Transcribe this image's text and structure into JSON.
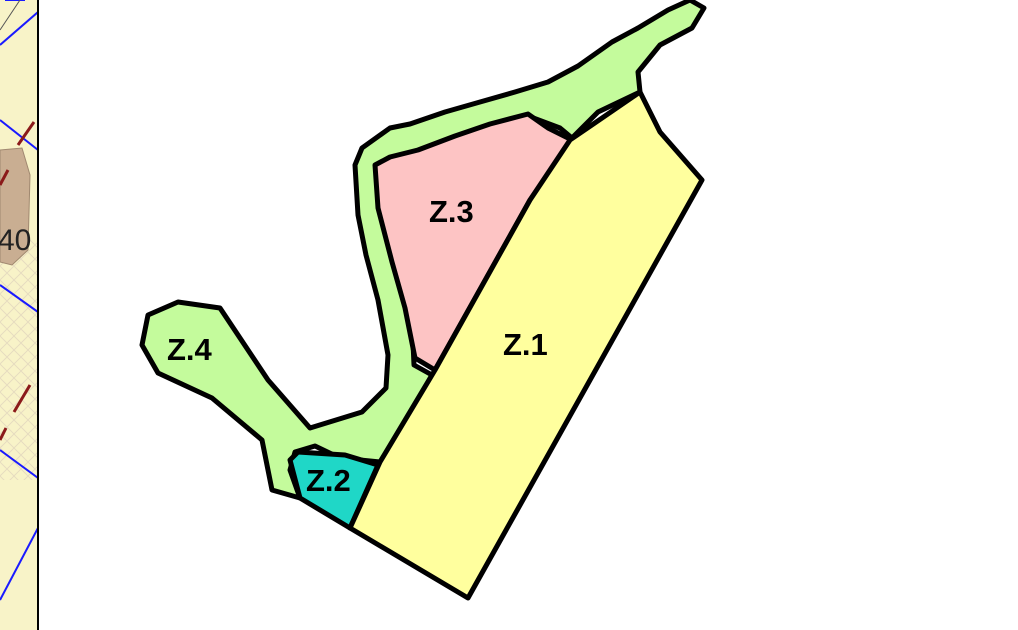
{
  "map": {
    "zones": [
      {
        "id": "z1",
        "label": "Z.1",
        "color": "#ffff9e"
      },
      {
        "id": "z2",
        "label": "Z.2",
        "color": "#1fd7c7"
      },
      {
        "id": "z3",
        "label": "Z.3",
        "color": "#fdc4c4"
      },
      {
        "id": "z4",
        "label": "Z.4",
        "color": "#c4fb9c"
      }
    ],
    "adjacent_sheet": {
      "label": "40",
      "background_color": "#f8f3c8",
      "line_color": "#1a1aff",
      "accent_color": "#8b1a1a",
      "parcel_color": "#c9ae92"
    },
    "outline_color": "#000000"
  }
}
